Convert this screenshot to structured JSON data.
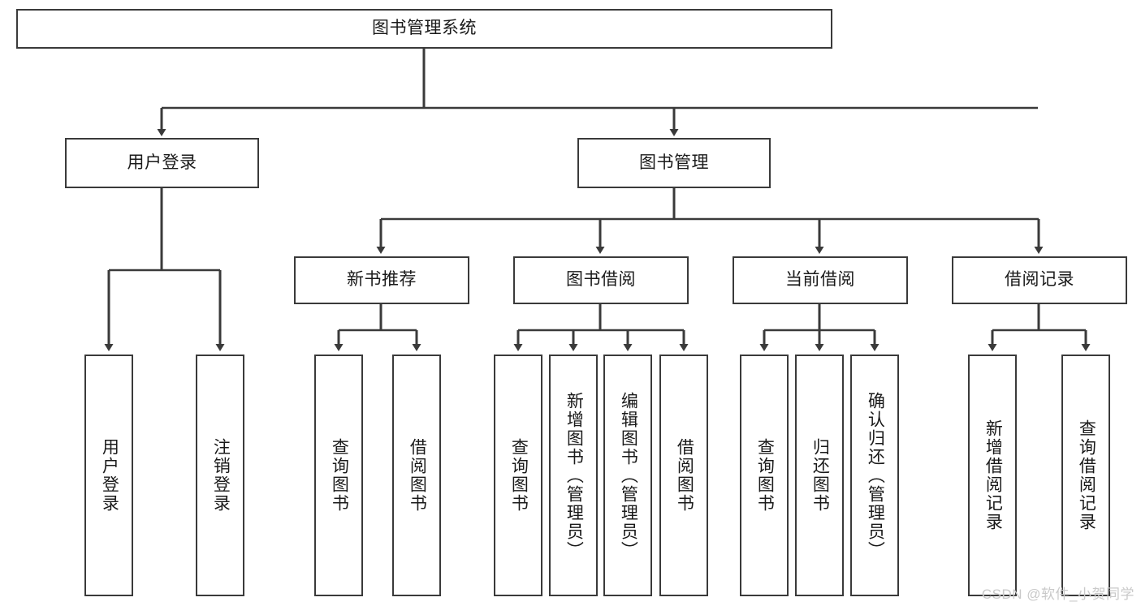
{
  "diagram": {
    "type": "hierarchy-tree",
    "title": "图书管理系统",
    "watermark": "CSDN @软件_小贺同学",
    "colors": {
      "box_border": "#3a3a3a",
      "box_fill": "#ffffff",
      "connector": "#3a3a3a",
      "text": "#1a1a1a",
      "watermark": "#c9c9c9"
    },
    "levels": {
      "root": {
        "label": "图书管理系统"
      },
      "level2": [
        {
          "label": "用户登录"
        },
        {
          "label": "图书管理"
        }
      ],
      "level3": [
        {
          "label": "新书推荐"
        },
        {
          "label": "图书借阅"
        },
        {
          "label": "当前借阅"
        },
        {
          "label": "借阅记录"
        }
      ],
      "leaves": {
        "user_login": [
          {
            "label": "用户登录"
          },
          {
            "label": "注销登录"
          }
        ],
        "new_book_recommend": [
          {
            "label": "查询图书"
          },
          {
            "label": "借阅图书"
          }
        ],
        "book_borrow": [
          {
            "label": "查询图书"
          },
          {
            "label": "新增图书（管理员）"
          },
          {
            "label": "编辑图书（管理员）"
          },
          {
            "label": "借阅图书"
          }
        ],
        "current_borrow": [
          {
            "label": "查询图书"
          },
          {
            "label": "归还图书"
          },
          {
            "label": "确认归还（管理员）"
          }
        ],
        "borrow_record": [
          {
            "label": "新增借阅记录"
          },
          {
            "label": "查询借阅记录"
          }
        ]
      }
    }
  }
}
